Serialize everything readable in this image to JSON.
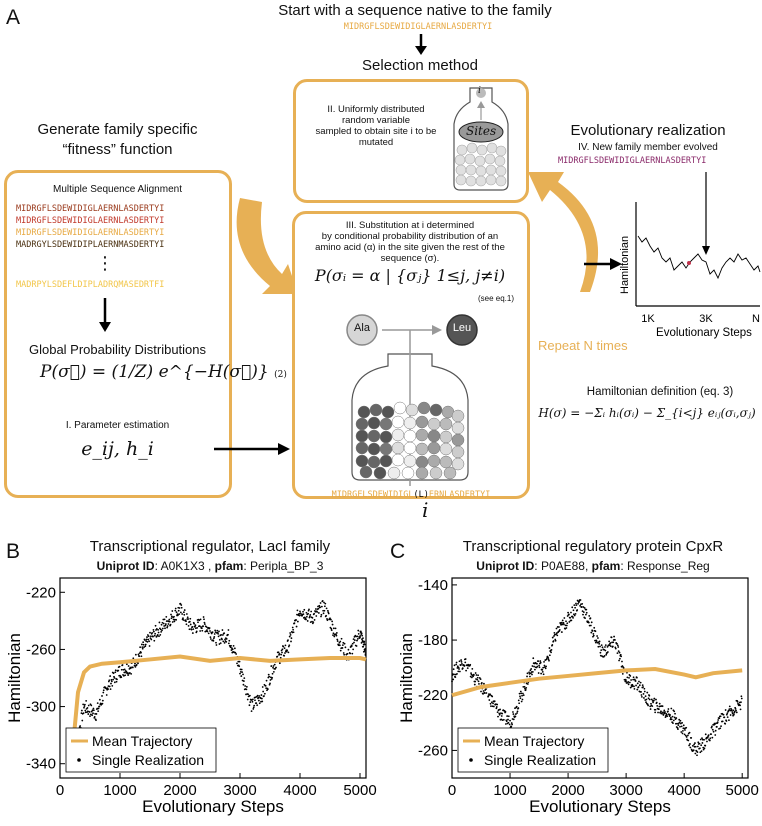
{
  "panelA": {
    "letter": "A",
    "top_title": "Start with a sequence native to the family",
    "native_seq": "MIDRGFLSDEWIDIGLAERNLASDERTYI",
    "selection_title": "Selection method",
    "selection_text": [
      "II. Uniformly distributed",
      "random variable",
      "sampled to obtain site i to be",
      "mutated"
    ],
    "sites_label": "Sites",
    "site_symbol": "i",
    "family_title": [
      "Generate family specific",
      "“fitness” function"
    ],
    "msa_title": "Multiple Sequence Alignment",
    "msa_seqs": [
      {
        "seq": "MIDRGFLSDEWIDIGLAERNLASDERTYI",
        "color": "#9a3a1c"
      },
      {
        "seq": "MIDRGFLSDEWIDIGLAERNLASDERTYI",
        "color": "#c0392b"
      },
      {
        "seq": "MIDRGFLSDEWIDIGLAERNLASDERTYI",
        "color": "#e7a943"
      },
      {
        "seq": "MADRGYLSDEWIDIPLAERNMASDERTYI",
        "color": "#4a3010"
      },
      {
        "seq": "MADRPYLSDEFLDIPLADRQMASEDRTFI",
        "color": "#f2c64a"
      }
    ],
    "vdots": "⋮",
    "global_prob": "Global Probability Distributions",
    "global_eq": "P(σ⃗) = (1/Z) e^{−H(σ⃗)}",
    "global_eq_num": "(2)",
    "param_est": "I. Parameter estimation",
    "params": "e_ij, h_i",
    "subst_text": [
      "III. Substitution at i determined",
      "by conditional probability distribution of an",
      "amino acid (α) in the site given the rest of the",
      "sequence (σ)."
    ],
    "cond_eq": "P(σᵢ = α | {σⱼ} 1≤j, j≠i)",
    "see_eq": "(see eq.1)",
    "ala": "Ala",
    "leu": "Leu",
    "mut_seq_pre": "MIDRGFLSDEWIDIGL",
    "mut_seq_mid": "(L)",
    "mut_seq_post": "ERNLASDERTYI",
    "mut_site": "i",
    "repeat": "Repeat N times",
    "evo_title": "Evolutionary realization",
    "evo_sub": "IV. New family member evolved",
    "evo_seq": "MIDRGFLSDEWIDIGLAERNLASDERTYI",
    "inset_ylabel": "Hamiltonian",
    "inset_xticks": [
      "1K",
      "3K",
      "N"
    ],
    "inset_xlabel": "Evolutionary Steps",
    "ham_def_title": "Hamiltonian definition (eq. 3)",
    "ham_def_eq": "H(σ) = −Σᵢ hᵢ(σᵢ) − Σ_{i<j} eᵢⱼ(σᵢ,σⱼ)",
    "colors": {
      "orange": "#e7b055",
      "gray": "#999999",
      "dark_gray": "#555555"
    }
  },
  "panelB": {
    "letter": "B",
    "title": "Transcriptional regulator, LacI family",
    "uniprot_label": "Uniprot ID",
    "uniprot": ": A0K1X3 , ",
    "pfam_label": "pfam",
    "pfam": ": Peripla_BP_3"
  },
  "panelC": {
    "letter": "C",
    "title": "Transcriptional regulatory protein CpxR",
    "uniprot_label": "Uniprot ID",
    "uniprot": ": P0AE88, ",
    "pfam_label": "pfam",
    "pfam": ": Response_Reg"
  },
  "chart_data": [
    {
      "type": "line",
      "title": "Transcriptional regulator, LacI family",
      "xlabel": "Evolutionary Steps",
      "ylabel": "Hamiltonian",
      "xlim": [
        0,
        5100
      ],
      "ylim": [
        -350,
        -210
      ],
      "xticks": [
        0,
        1000,
        2000,
        3000,
        4000,
        5000
      ],
      "yticks": [
        -220,
        -260,
        -300,
        -340
      ],
      "legend": "bottom-left",
      "series": [
        {
          "name": "Mean Trajectory",
          "color": "#e7b055",
          "x": [
            200,
            300,
            400,
            500,
            700,
            1000,
            1500,
            2000,
            2500,
            3000,
            3500,
            4000,
            4500,
            5000,
            5100
          ],
          "y": [
            -335,
            -290,
            -276,
            -272,
            -270,
            -269,
            -267,
            -265,
            -268,
            -266,
            -268,
            -267,
            -266,
            -266,
            -267
          ]
        },
        {
          "name": "Single Realization",
          "color": "#000000",
          "x": [
            200,
            400,
            600,
            800,
            1000,
            1200,
            1400,
            1600,
            1800,
            2000,
            2200,
            2400,
            2600,
            2800,
            3000,
            3200,
            3400,
            3600,
            3800,
            4000,
            4200,
            4400,
            4600,
            4800,
            5000,
            5100
          ],
          "y": [
            -342,
            -300,
            -305,
            -285,
            -275,
            -272,
            -258,
            -248,
            -240,
            -232,
            -245,
            -242,
            -252,
            -250,
            -273,
            -300,
            -290,
            -268,
            -258,
            -232,
            -238,
            -230,
            -250,
            -265,
            -248,
            -263
          ]
        }
      ]
    },
    {
      "type": "line",
      "title": "Transcriptional regulatory protein CpxR",
      "xlabel": "Evolutionary Steps",
      "ylabel": "Hamiltonian",
      "xlim": [
        0,
        5100
      ],
      "ylim": [
        -280,
        -135
      ],
      "xticks": [
        0,
        1000,
        2000,
        3000,
        4000,
        5000
      ],
      "yticks": [
        -140,
        -180,
        -220,
        -260
      ],
      "legend": "bottom-left",
      "series": [
        {
          "name": "Mean Trajectory",
          "color": "#e7b055",
          "x": [
            0,
            500,
            1000,
            1500,
            2000,
            2500,
            3000,
            3500,
            4000,
            4200,
            4500,
            5000
          ],
          "y": [
            -220,
            -214,
            -211,
            -208,
            -206,
            -204,
            -202,
            -201,
            -205,
            -207,
            -204,
            -202
          ]
        },
        {
          "name": "Single Realization",
          "color": "#000000",
          "x": [
            0,
            200,
            400,
            600,
            800,
            1000,
            1200,
            1400,
            1600,
            1800,
            2000,
            2200,
            2400,
            2600,
            2800,
            3000,
            3200,
            3400,
            3600,
            3800,
            4000,
            4200,
            4400,
            4600,
            4800,
            5000
          ],
          "y": [
            -205,
            -195,
            -208,
            -218,
            -232,
            -240,
            -220,
            -198,
            -200,
            -175,
            -165,
            -152,
            -170,
            -190,
            -180,
            -208,
            -212,
            -225,
            -230,
            -235,
            -245,
            -260,
            -252,
            -240,
            -232,
            -225
          ]
        }
      ]
    }
  ]
}
